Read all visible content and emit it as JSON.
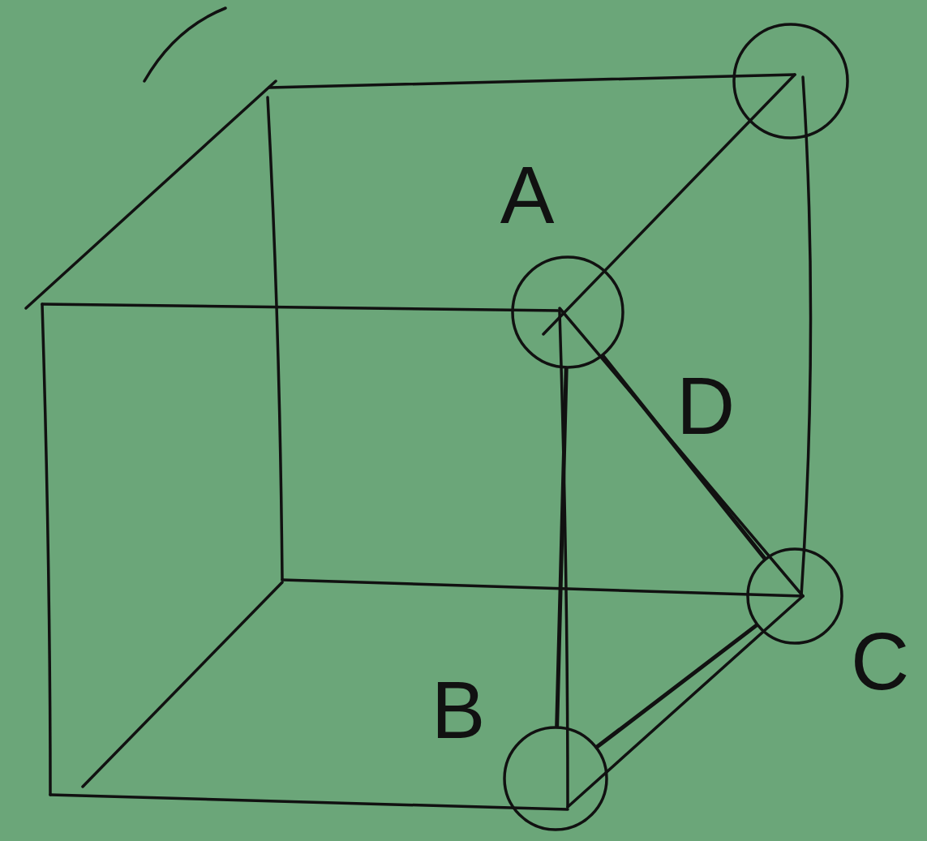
{
  "diagram": {
    "nodes": [
      {
        "text": [
          "A"
        ]
      },
      {
        "text": [
          "C"
        ]
      },
      {
        "text": [
          "B"
        ]
      }
    ],
    "edges": [
      {
        "from": 0,
        "to": 2,
        "arrow": "none"
      },
      {
        "from": 0,
        "to": 1,
        "arrow": "none"
      },
      {
        "from": 1,
        "to": 2,
        "arrow": "none"
      }
    ],
    "labels": [
      "D"
    ]
  }
}
